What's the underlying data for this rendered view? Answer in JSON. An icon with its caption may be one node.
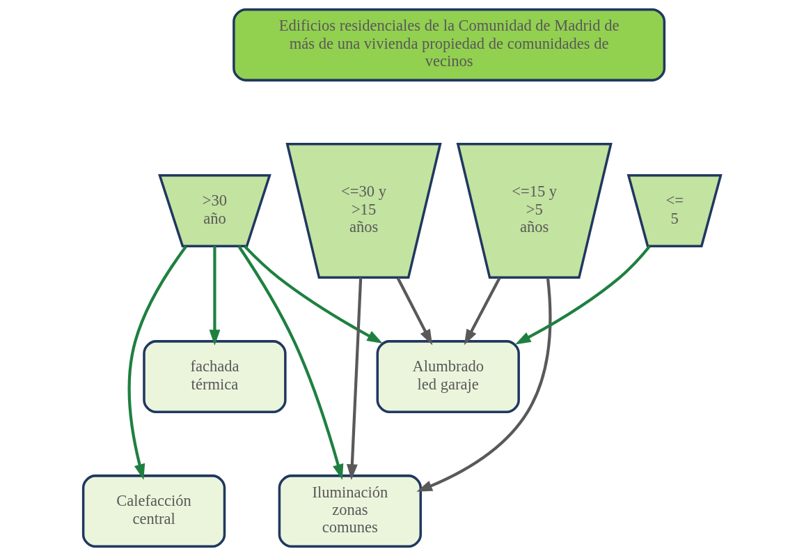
{
  "diagram": {
    "nodes": [
      {
        "text": [
          "Edificios residenciales de la Comunidad de Madrid de más de una vivienda propiedad de comunidades de vecinos"
        ]
      },
      {
        "text": [
          ">30 año"
        ]
      },
      {
        "text": [
          "<=30 y >15 años"
        ]
      },
      {
        "text": [
          "<=15 y >5 años"
        ]
      },
      {
        "text": [
          "<= 5"
        ]
      },
      {
        "text": [
          "fachada térmica"
        ]
      },
      {
        "text": [
          "Alumbrado led garaje"
        ]
      },
      {
        "text": [
          "Calefacción central"
        ]
      },
      {
        "text": [
          "Iluminación zonas comunes"
        ]
      }
    ],
    "edges": [
      {
        "from": 1,
        "to": 5,
        "arrow": "to"
      },
      {
        "from": 1,
        "to": 7,
        "arrow": "to"
      },
      {
        "from": 1,
        "to": 8,
        "arrow": "to"
      },
      {
        "from": 1,
        "to": 6,
        "arrow": "to"
      },
      {
        "from": 4,
        "to": 6,
        "arrow": "to"
      },
      {
        "from": 2,
        "to": 8,
        "arrow": "to",
        "color": "#595959"
      },
      {
        "from": 3,
        "to": 8,
        "arrow": "to",
        "color": "#595959"
      },
      {
        "from": 2,
        "to": 6,
        "arrow": "to",
        "color": "#595959"
      },
      {
        "from": 3,
        "to": 6,
        "arrow": "to",
        "color": "#595959"
      }
    ]
  }
}
